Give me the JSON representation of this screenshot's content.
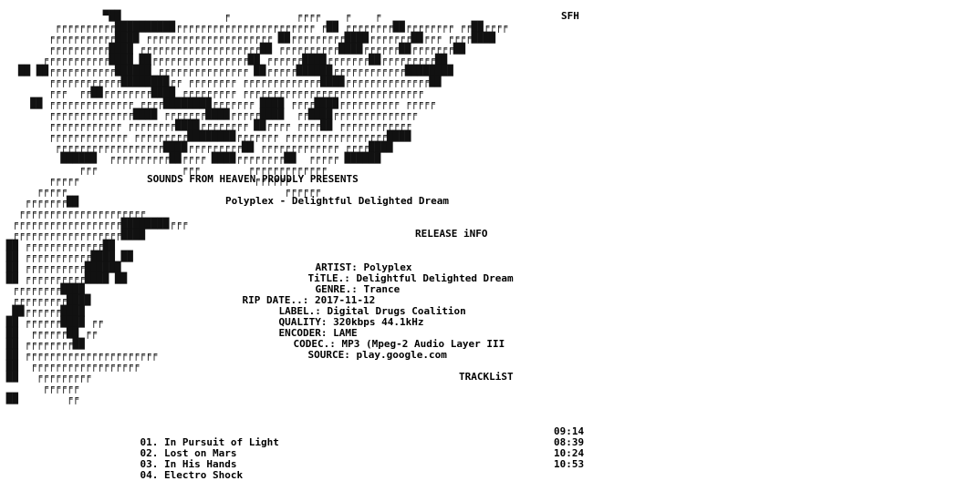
{
  "header": {
    "group_tag": "SFH",
    "presents": "SOUNDS FROM HEAVEN PROUDLY PRESENTS",
    "release_title": "Polyplex - Delightful Delighted Dream",
    "release_info_heading": "RELEASE iNFO"
  },
  "release_info": {
    "artist_label": "ARTIST:",
    "artist": "Polyplex",
    "title_label": "TiTLE.:",
    "title": "Delightful Delighted Dream",
    "genre_label": "GENRE.:",
    "genre": "Trance",
    "rip_date_label": "RIP DATE..:",
    "rip_date": "2017-11-12",
    "label_label": "LABEL.:",
    "label": "Digital Drugs Coalition",
    "quality_label": "QUALITY:",
    "quality": "320kbps 44.1kHz",
    "encoder_label": "ENCODER:",
    "encoder": "LAME",
    "codec_label": "CODEC.:",
    "codec": "MP3 (Mpeg-2 Audio Layer III",
    "source_label": "SOURCE:",
    "source": "play.google.com"
  },
  "tracklist_heading": "TRACKLiST",
  "tracks": [
    {
      "num": "01.",
      "title": "In Pursuit of Light",
      "time": "09:14"
    },
    {
      "num": "02.",
      "title": "Lost on Mars",
      "time": "08:39"
    },
    {
      "num": "03.",
      "title": "In His Hands",
      "time": "10:24"
    },
    {
      "num": "04.",
      "title": "Electro Shock",
      "time": "10:53"
    }
  ],
  "ascii_art": [
    "                 ▀██                 ╒           ╒╒╒╒    ╒    ╒",
    "         ╒╒╒╒╒╒╒╒╒╒██████████╒╒╒╒╒╒╒╒╒╒╒╒╒╒╒╒╒╒╒╒╒╒╒ ╒██ ╒╒╒╒╒╒╒╒██╒╒╒╒╒╒╒╒ ╒╒██╒╒╒╒",
    "        ╒╒╒╒╒╒╒╒╒╒╒████ ╒╒╒╒╒╒╒╒╒╒╒╒╒╒╒╒╒╒╒╒╒ ██╒╒╒╒╒╒╒╒╒████╒╒╒╒╒╒╒██╒╒╒ ╒╒╒╒████",
    "        ╒╒╒╒╒╒╒╒╒╒████ ╒╒╒╒╒╒╒╒╒╒╒╒╒╒╒╒╒╒╒╒██ ╒╒╒╒╒╒╒╒╒╒████╒╒╒╒╒╒██╒╒╒╒╒╒╒██",
    "       ╒╒╒╒╒╒╒╒╒╒╒████ ██╒╒╒╒╒╒╒╒╒╒╒╒╒╒╒╒██ ╒╒╒╒╒╒████╒╒╒╒╒╒╒██╒╒╒╒╒╒╒╒╒██",
    "   ██ ██╒╒╒╒╒╒╒╒╒╒╒██████ ╒╒╒╒╒╒╒╒╒╒╒╒╒╒╒ ██╒╒╒╒╒██████╒╒╒╒╒╒╒╒╒╒╒╒████████",
    "        ╒╒╒╒╒╒╒╒╒╒╒╒████████╒╒ ╒╒╒╒╒╒╒╒ ╒╒╒╒╒╒╒╒╒╒╒╒╒████╒╒╒╒╒╒╒╒╒╒╒╒╒╒██",
    "        ╒╒╒  ╒╒██╒╒╒╒╒╒╒╒████ ╒╒╒╒╒╒╒╒╒ ╒╒╒╒╒╒╒╒╒╒╒╒╒╒╒╒╒╒╒╒╒╒╒╒╒╒╒╒╒╒",
    "     ██ ╒╒╒╒╒╒╒╒╒╒╒╒╒╒ ╒╒╒╒████████╒╒╒╒╒╒╒ ████ ╒╒╒╒████╒╒╒╒╒╒╒╒╒╒ ╒╒╒╒╒",
    "        ╒╒╒╒╒╒╒╒╒╒╒╒╒╒████ ╒╒╒╒╒╒╒████╒╒╒╒╒████  ╒╒████╒╒╒╒╒╒╒╒╒╒╒╒╒╒",
    "        ╒╒╒╒╒╒╒╒╒╒╒╒ ╒╒╒╒╒╒╒╒████╒╒╒╒╒╒╒╒ ██╒╒╒╒ ╒╒╒╒██ ╒╒╒╒╒╒╒╒╒╒╒╒",
    "        ╒╒╒╒╒╒╒╒╒╒╒╒╒ ╒╒╒╒╒╒╒╒╒████████╒╒╒╒╒╒╒ ╒╒╒╒╒╒╒╒╒╒╒╒╒╒╒╒╒████",
    "         ╒╒╒╒╒╒╒╒╒╒╒╒╒╒╒╒╒╒████╒╒╒╒╒╒╒╒╒██ ╒╒╒╒╒╒╒╒╒╒╒╒╒ ╒╒╒╒████",
    "          ██████  ╒╒╒╒╒╒╒╒╒╒██╒╒╒╒ ████╒╒╒╒╒╒╒╒██  ╒╒╒╒╒ ██████",
    "             ╒╒╒              ╒╒╒        ╒╒╒╒╒╒╒╒╒╒╒╒╒",
    "        ╒╒╒╒╒                             ╒╒╒╒╒╒",
    "      ╒╒╒╒╒                                    ╒╒╒╒╒╒",
    "    ╒╒╒╒╒╒╒██",
    "   ╒╒╒╒╒╒╒╒╒╒╒╒╒╒╒╒╒╒╒╒╒",
    "  ╒╒╒╒╒╒╒╒╒╒╒╒╒╒╒╒╒╒████████╒╒╒",
    "  ╒╒╒╒╒╒╒╒╒╒╒╒╒╒╒╒╒╒████",
    " ██ ╒╒╒╒╒╒╒╒╒╒╒╒╒██",
    " ██ ╒╒╒╒╒╒╒╒╒╒╒████ ██",
    " ██ ╒╒╒╒╒╒╒╒╒╒██████",
    " ██ ╒╒╒╒╒╒╒╒╒╒████ ██",
    "  ╒╒╒╒╒╒╒╒████",
    "  ╒╒╒╒╒╒╒╒╒████",
    "  ██╒╒╒╒╒╒████",
    " ██ ╒╒╒╒╒╒████ ╒╒",
    " ██  ╒╒╒╒╒╒██ ╒╒",
    " ██ ╒╒╒╒╒╒╒╒██",
    " ██ ╒╒╒╒╒╒╒╒╒╒╒╒╒╒╒╒╒╒╒╒╒╒",
    " ██  ╒╒╒╒╒╒╒╒╒╒╒╒╒╒╒╒╒╒",
    " ██   ╒╒╒╒╒╒╒╒╒",
    "       ╒╒╒╒╒╒",
    " ██        ╒╒"
  ]
}
